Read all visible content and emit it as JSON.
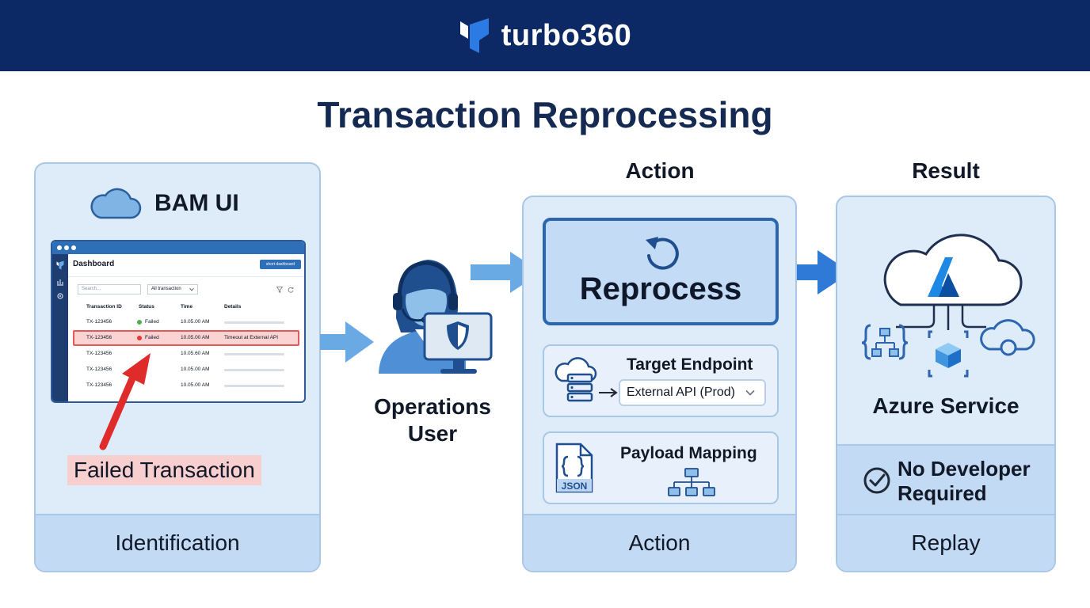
{
  "header": {
    "brand": "turbo360",
    "colors": {
      "background": "#0c2865",
      "text": "#ffffff",
      "logo": "#2c7be5"
    }
  },
  "title": "Transaction Reprocessing",
  "colors": {
    "panel": "#deebf9",
    "panel_border": "#a9c7e6",
    "footer": "#c2daf3",
    "arrow": "#5ea2dd",
    "accent": "#2c66b0",
    "failed": "#e25a5a"
  },
  "identification": {
    "title": "BAM UI",
    "icon": "cloud-icon",
    "dashboard": {
      "title": "Dashboard",
      "button": "short dashboard",
      "search_placeholder": "Search...",
      "filter": "All transaction",
      "columns": [
        "Transaction ID",
        "Status",
        "Time",
        "Details"
      ],
      "rows": [
        {
          "id": "TX-123456",
          "status": "Failed",
          "time": "10.05.00 AM",
          "details": "",
          "highlight": false
        },
        {
          "id": "TX-123456",
          "status": "Failed",
          "time": "10.05.00 AM",
          "details": "Timeout at External API",
          "highlight": true
        },
        {
          "id": "TX-123456",
          "status": "",
          "time": "10.05.60 AM",
          "details": "",
          "highlight": false
        },
        {
          "id": "TX-123456",
          "status": "",
          "time": "10.05.00 AM",
          "details": "",
          "highlight": false
        },
        {
          "id": "TX-123456",
          "status": "",
          "time": "10.05.00 AM",
          "details": "",
          "highlight": false
        }
      ]
    },
    "callout": "Failed Transaction",
    "footer": "Identification"
  },
  "operations_user": {
    "label_line1": "Operations",
    "label_line2": "User",
    "icon": "support-agent-icon"
  },
  "action": {
    "header": "Action",
    "reprocess": {
      "label": "Reprocess",
      "icon": "refresh-icon"
    },
    "target_endpoint": {
      "title": "Target Endpoint",
      "value": "External API (Prod)",
      "icon": "cloud-server-icon"
    },
    "payload_mapping": {
      "title": "Payload Mapping",
      "file_label": "JSON",
      "icon": "json-file-icon"
    },
    "footer": "Action"
  },
  "result": {
    "header": "Result",
    "service": "Azure Service",
    "icon": "azure-cloud-icon",
    "badge_line1": "No Developer",
    "badge_line2": "Required",
    "footer": "Replay"
  }
}
